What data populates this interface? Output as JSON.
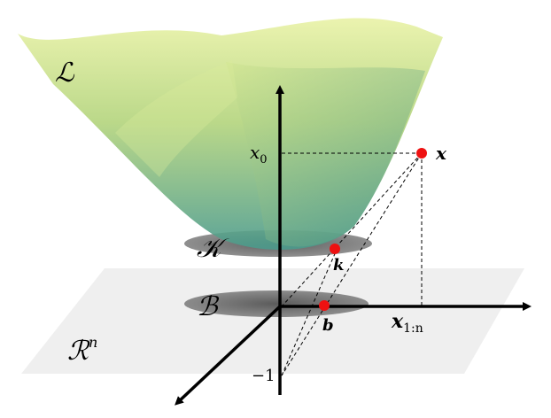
{
  "labels": {
    "surface_L": "ℒ",
    "set_K": "𝒦",
    "set_B": "ℬ",
    "space_R": "ℛ",
    "space_R_exp": "n",
    "x0": "x",
    "x0_sub": "0",
    "point_x": "x",
    "point_k": "k",
    "point_b": "b",
    "x1n": "x",
    "x1n_sub": "1:n",
    "minus_one": "−1"
  },
  "colors": {
    "surface_top": "#e7f0a0",
    "surface_mid": "#a9cf77",
    "surface_bottom": "#4f9e8a",
    "plane": "#eeeeee",
    "shadow": "#5f5f5f",
    "point": "#ee1111",
    "axis": "#000000"
  }
}
